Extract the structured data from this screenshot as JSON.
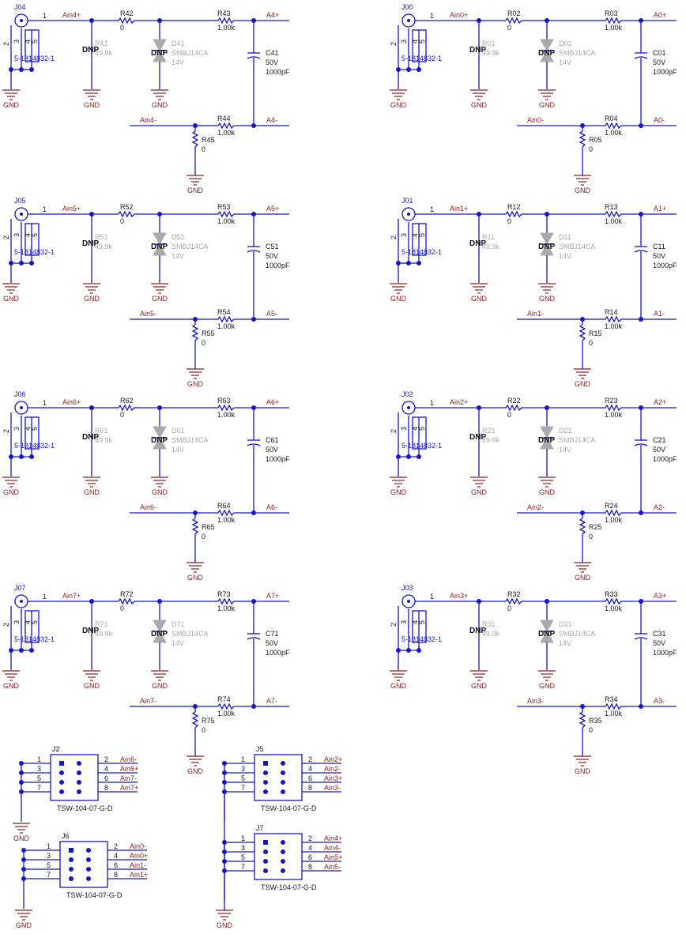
{
  "labels": {
    "gnd": "GND",
    "dnp": "DNP",
    "pin1": "1",
    "pin2": "2",
    "pin3": "3",
    "pin4": "4",
    "pin5": "5"
  },
  "channels": [
    {
      "id": "ch4",
      "conn": "J04",
      "conn_part": "5-1814832-1",
      "ain_p": "Ain4+",
      "ain_n": "Ain4-",
      "a_p": "A4+",
      "a_n": "A4-",
      "rs": "R42",
      "rs_val": "0",
      "rdnp": "R41",
      "rdnp_val": "49.9k",
      "diode": "D41",
      "diode_part": "SMBJ14CA",
      "diode_v": "14V",
      "rp": "R43",
      "rp_val": "1.00k",
      "rn": "R44",
      "rn_val": "1.00k",
      "rg": "R45",
      "rg_val": "0",
      "cap": "C41",
      "cap_v": "50V",
      "cap_val": "1000pF"
    },
    {
      "id": "ch0",
      "conn": "J00",
      "conn_part": "5-1814832-1",
      "ain_p": "Ain0+",
      "ain_n": "Ain0-",
      "a_p": "A0+",
      "a_n": "A0-",
      "rs": "R02",
      "rs_val": "0",
      "rdnp": "R01",
      "rdnp_val": "49.9k",
      "diode": "D01",
      "diode_part": "SMBJ14CA",
      "diode_v": "14V",
      "rp": "R03",
      "rp_val": "1.00k",
      "rn": "R04",
      "rn_val": "1.00k",
      "rg": "R05",
      "rg_val": "0",
      "cap": "C01",
      "cap_v": "50V",
      "cap_val": "1000pF"
    },
    {
      "id": "ch5",
      "conn": "J05",
      "conn_part": "5-1814832-1",
      "ain_p": "Ain5+",
      "ain_n": "Ain5-",
      "a_p": "A5+",
      "a_n": "A5-",
      "rs": "R52",
      "rs_val": "0",
      "rdnp": "R51",
      "rdnp_val": "49.9k",
      "diode": "D51",
      "diode_part": "SMBJ14CA",
      "diode_v": "14V",
      "rp": "R53",
      "rp_val": "1.00k",
      "rn": "R54",
      "rn_val": "1.00k",
      "rg": "R55",
      "rg_val": "0",
      "cap": "C51",
      "cap_v": "50V",
      "cap_val": "1000pF"
    },
    {
      "id": "ch1",
      "conn": "J01",
      "conn_part": "5-1814832-1",
      "ain_p": "Ain1+",
      "ain_n": "Ain1-",
      "a_p": "A1+",
      "a_n": "A1-",
      "rs": "R12",
      "rs_val": "0",
      "rdnp": "R11",
      "rdnp_val": "49.9k",
      "diode": "D11",
      "diode_part": "SMBJ14CA",
      "diode_v": "14V",
      "rp": "R13",
      "rp_val": "1.00k",
      "rn": "R14",
      "rn_val": "1.00k",
      "rg": "R15",
      "rg_val": "0",
      "cap": "C11",
      "cap_v": "50V",
      "cap_val": "1000pF"
    },
    {
      "id": "ch6",
      "conn": "J06",
      "conn_part": "5-1814832-1",
      "ain_p": "Ain6+",
      "ain_n": "Ain6-",
      "a_p": "A6+",
      "a_n": "A6-",
      "rs": "R62",
      "rs_val": "0",
      "rdnp": "R61",
      "rdnp_val": "49.9k",
      "diode": "D61",
      "diode_part": "SMBJ14CA",
      "diode_v": "14V",
      "rp": "R63",
      "rp_val": "1.00k",
      "rn": "R64",
      "rn_val": "1.00k",
      "rg": "R65",
      "rg_val": "0",
      "cap": "C61",
      "cap_v": "50V",
      "cap_val": "1000pF"
    },
    {
      "id": "ch2",
      "conn": "J02",
      "conn_part": "5-1814832-1",
      "ain_p": "Ain2+",
      "ain_n": "Ain2-",
      "a_p": "A2+",
      "a_n": "A2-",
      "rs": "R22",
      "rs_val": "0",
      "rdnp": "R21",
      "rdnp_val": "49.9k",
      "diode": "D21",
      "diode_part": "SMBJ14CA",
      "diode_v": "14V",
      "rp": "R23",
      "rp_val": "1.00k",
      "rn": "R24",
      "rn_val": "1.00k",
      "rg": "R25",
      "rg_val": "0",
      "cap": "C21",
      "cap_v": "50V",
      "cap_val": "1000pF"
    },
    {
      "id": "ch7",
      "conn": "J07",
      "conn_part": "5-1814832-1",
      "ain_p": "Ain7+",
      "ain_n": "Ain7-",
      "a_p": "A7+",
      "a_n": "A7-",
      "rs": "R72",
      "rs_val": "0",
      "rdnp": "R71",
      "rdnp_val": "49.9k",
      "diode": "D71",
      "diode_part": "SMBJ14CA",
      "diode_v": "14V",
      "rp": "R73",
      "rp_val": "1.00k",
      "rn": "R74",
      "rn_val": "1.00k",
      "rg": "R75",
      "rg_val": "0",
      "cap": "C71",
      "cap_v": "50V",
      "cap_val": "1000pF"
    },
    {
      "id": "ch3",
      "conn": "J03",
      "conn_part": "5-1814832-1",
      "ain_p": "Ain3+",
      "ain_n": "Ain3-",
      "a_p": "A3+",
      "a_n": "A3-",
      "rs": "R32",
      "rs_val": "0",
      "rdnp": "R31",
      "rdnp_val": "49.9k",
      "diode": "D31",
      "diode_part": "SMBJ14CA",
      "diode_v": "14V",
      "rp": "R33",
      "rp_val": "1.00k",
      "rn": "R34",
      "rn_val": "1.00k",
      "rg": "R35",
      "rg_val": "0",
      "cap": "C31",
      "cap_v": "50V",
      "cap_val": "1000pF"
    }
  ],
  "headers": [
    {
      "id": "j2",
      "ref": "J2",
      "part": "TSW-104-07-G-D",
      "left_pins": [
        "1",
        "3",
        "5",
        "7"
      ],
      "right_pins": [
        "2",
        "4",
        "6",
        "8"
      ],
      "nets": [
        "Ain6-",
        "Ain6+",
        "Ain7-",
        "Ain7+"
      ]
    },
    {
      "id": "j6",
      "ref": "J6",
      "part": "TSW-104-07-G-D",
      "left_pins": [
        "1",
        "3",
        "5",
        "7"
      ],
      "right_pins": [
        "2",
        "4",
        "6",
        "8"
      ],
      "nets": [
        "Ain0-",
        "Ain0+",
        "Ain1-",
        "Ain1+"
      ]
    },
    {
      "id": "j5",
      "ref": "J5",
      "part": "TSW-104-07-G-D",
      "left_pins": [
        "1",
        "3",
        "5",
        "7"
      ],
      "right_pins": [
        "2",
        "4",
        "6",
        "8"
      ],
      "nets": [
        "Ain2+",
        "Ain2-",
        "Ain3+",
        "Ain3-"
      ]
    },
    {
      "id": "j7",
      "ref": "J7",
      "part": "TSW-104-07-G-D",
      "left_pins": [
        "1",
        "3",
        "5",
        "7"
      ],
      "right_pins": [
        "2",
        "4",
        "6",
        "8"
      ],
      "nets": [
        "Ain4+",
        "Ain4-",
        "Ain5+",
        "Ain5-"
      ]
    }
  ]
}
